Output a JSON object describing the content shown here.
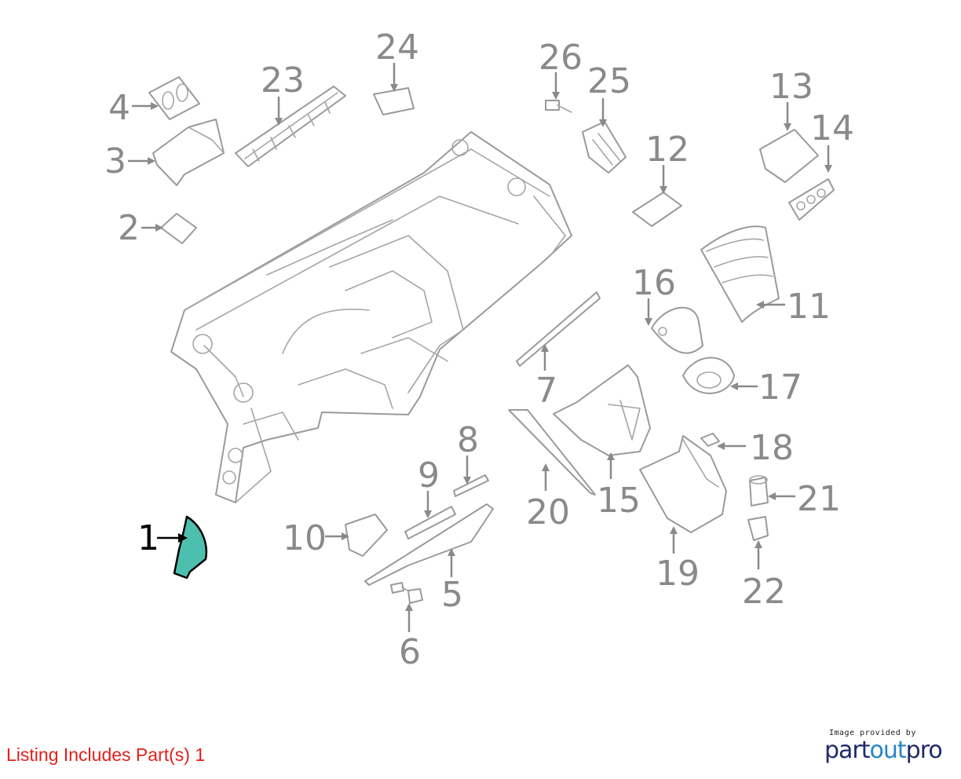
{
  "diagram": {
    "highlight_color": "#4dbfae",
    "highlighted_part": "1",
    "callouts": [
      "1",
      "2",
      "3",
      "4",
      "5",
      "6",
      "7",
      "8",
      "9",
      "10",
      "11",
      "12",
      "13",
      "14",
      "15",
      "16",
      "17",
      "18",
      "19",
      "20",
      "21",
      "22",
      "23",
      "24",
      "25",
      "26"
    ]
  },
  "footer": {
    "listing_note": "Listing Includes Part(s) 1",
    "note_color": "#e0201c"
  },
  "brand": {
    "provided_by": "Image provided by",
    "name_part1": "part",
    "name_part2": "out",
    "name_part3": "pro"
  }
}
